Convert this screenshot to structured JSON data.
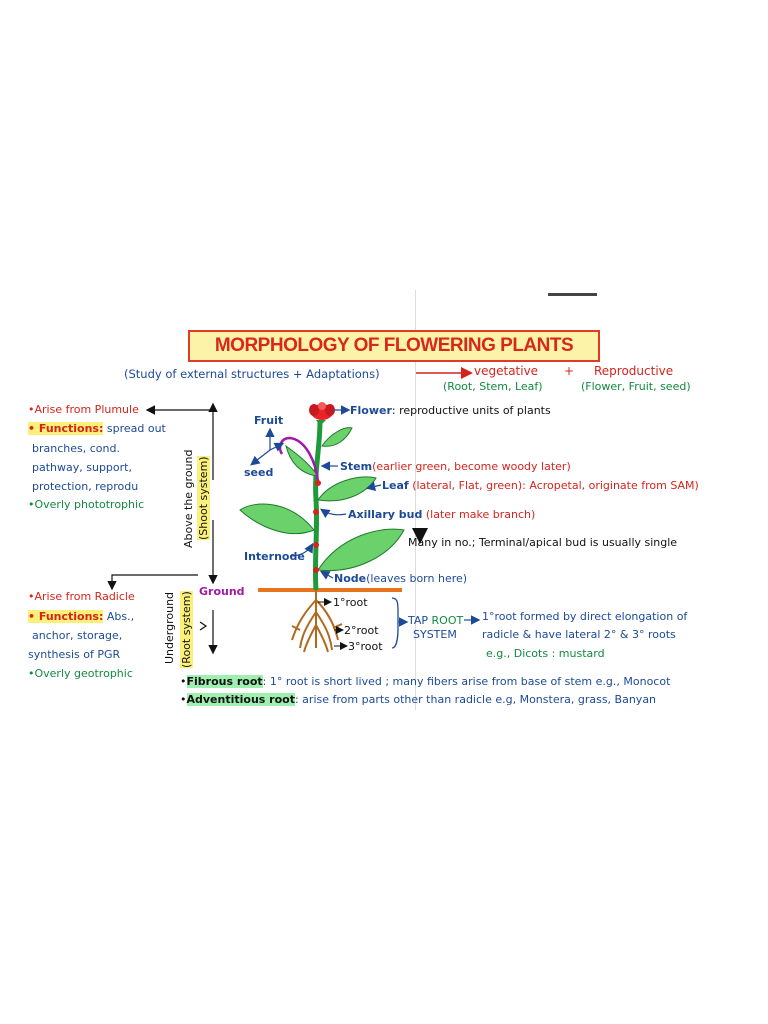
{
  "title": "MORPHOLOGY OF FLOWERING PLANTS",
  "subtitle": "(Study of external structures + Adaptations)",
  "types": {
    "vegetative": "vegetative",
    "plus": "+",
    "reproductive": "Reproductive",
    "vegetative_parts": "(Root, Stem, Leaf)",
    "reproductive_parts": "(Flower, Fruit, seed)"
  },
  "shoot": {
    "lines": [
      "•Arise from Plumule",
      "• Functions:",
      " spread out",
      "branches, cond.",
      "pathway, support,",
      "protection, reprodu",
      "•Overly phototrophic"
    ],
    "vertical_top": "Above the ground",
    "vertical_bottom": "(Shoot system)"
  },
  "root": {
    "lines": [
      "•Arise from Radicle",
      "• Functions:",
      " Abs.,",
      "anchor, storage,",
      "synthesis of PGR",
      "•Overly geotrophic"
    ],
    "vertical_top": "Underground",
    "vertical_bottom": "(Root system)"
  },
  "ground_label": "Ground",
  "plant_labels": {
    "fruit": "Fruit",
    "seed": "seed",
    "flower": "Flower",
    "flower_desc": ": reproductive units of plants",
    "stem": "Stem",
    "stem_desc": "(earlier green, become woody later)",
    "leaf": "Leaf",
    "leaf_desc": "(lateral, Flat, green)",
    "leaf_desc2": ": Acropetal, originate from SAM)",
    "axillary": "Axillary bud",
    "axillary_desc": "(later make branch)",
    "many": "Many in no.; Terminal/apical bud is usually single",
    "internode": "Internode",
    "node": "Node",
    "node_desc": "(leaves born here)",
    "primary_root": "1°root",
    "secondary_root": "2°root",
    "tertiary_root": "3°root"
  },
  "tap_root": {
    "label1": "TAP ",
    "label2": "ROOT",
    "label3": "SYSTEM",
    "desc1": "1°root formed by direct elongation of",
    "desc2": "radicle & have lateral 2° & 3° roots",
    "desc3": "e.g., Dicots : mustard"
  },
  "bottom": {
    "fibrous_label": "Fibrous root",
    "fibrous_desc": ": 1° root is short lived ; many fibers arise from base of stem e.g., Monocot",
    "adventitious_label": "Adventitious root",
    "adventitious_desc": ": arise from parts other than radicle e.g, Monstera, grass, Banyan"
  },
  "colors": {
    "red": "#d4241c",
    "blue": "#1c4a96",
    "green": "#128a3e",
    "purple": "#a11aa5",
    "yellow": "#fbf07a",
    "highlight_green": "#9ff0b0",
    "ground": "#e8741e"
  }
}
